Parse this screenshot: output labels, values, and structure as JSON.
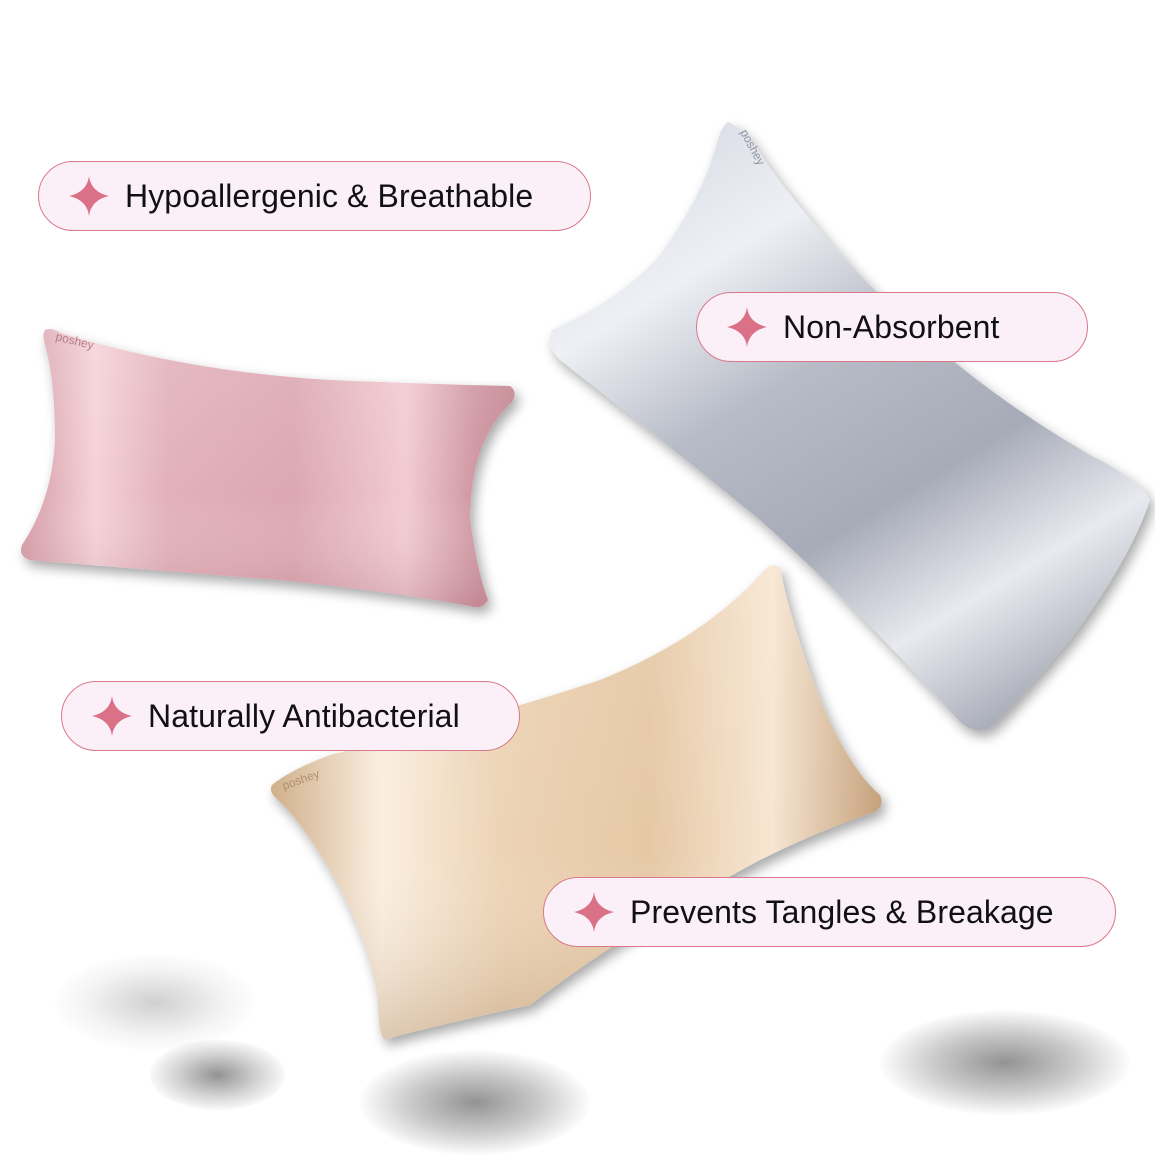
{
  "features": [
    {
      "label": "Hypoallergenic & Breathable",
      "icon": "sparkle-icon"
    },
    {
      "label": "Non-Absorbent",
      "icon": "sparkle-icon"
    },
    {
      "label": "Naturally Antibacterial",
      "icon": "sparkle-icon"
    },
    {
      "label": "Prevents Tangles & Breakage",
      "icon": "sparkle-icon"
    }
  ],
  "products": [
    {
      "name": "pink-pillowcase",
      "color": "#e3b0ba",
      "brand": "poshey"
    },
    {
      "name": "silver-pillowcase",
      "color": "#b8bcc8",
      "brand": "poshey"
    },
    {
      "name": "champagne-pillowcase",
      "color": "#ecd3b4",
      "brand": "poshey"
    }
  ],
  "colors": {
    "pill_border": "#d9788a",
    "pill_background": "#fcf0f8",
    "sparkle": "#db7186",
    "text": "#111111",
    "background": "#ffffff"
  }
}
